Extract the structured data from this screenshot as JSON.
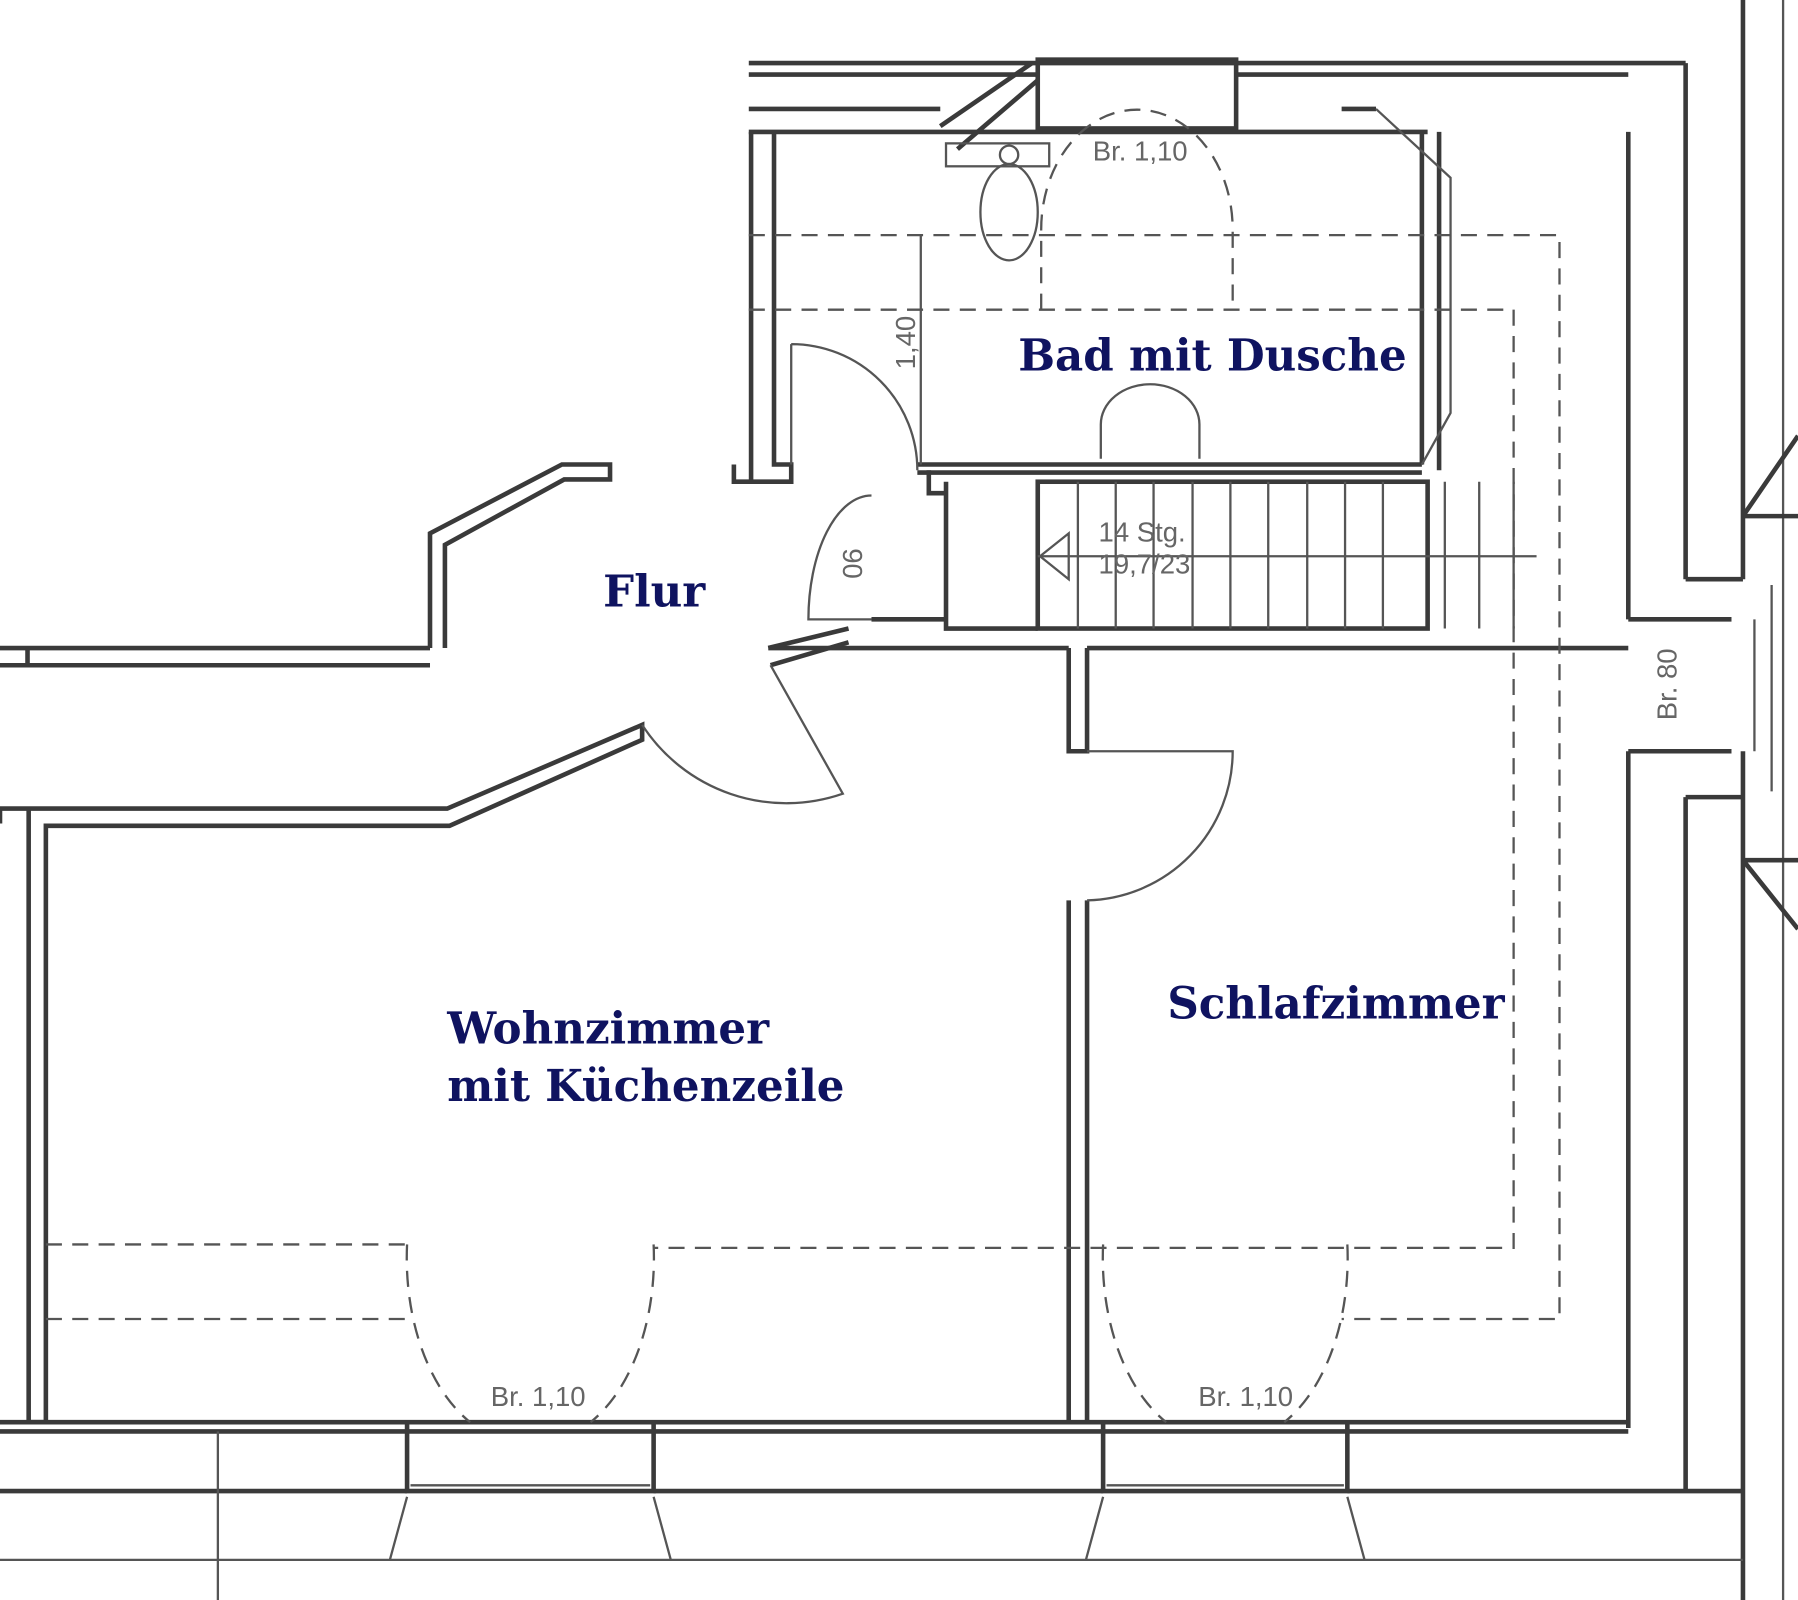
{
  "rooms": {
    "bath": "Bad mit Dusche",
    "hall": "Flur",
    "living_line1": "Wohnzimmer",
    "living_line2": "mit Küchenzeile",
    "bedroom": "Schlafzimmer"
  },
  "dimensions": {
    "bath_window": "Br. 1,10",
    "living_window": "Br. 1,10",
    "bedroom_window": "Br. 1,10",
    "bath_height": "1,40",
    "door_width": "90",
    "stairs_count": "14 Stg.",
    "stairs_ratio": "19,7/23",
    "side_window": "Br. 80"
  },
  "colors": {
    "label": "#0f1360",
    "line": "#3a3a3a"
  }
}
